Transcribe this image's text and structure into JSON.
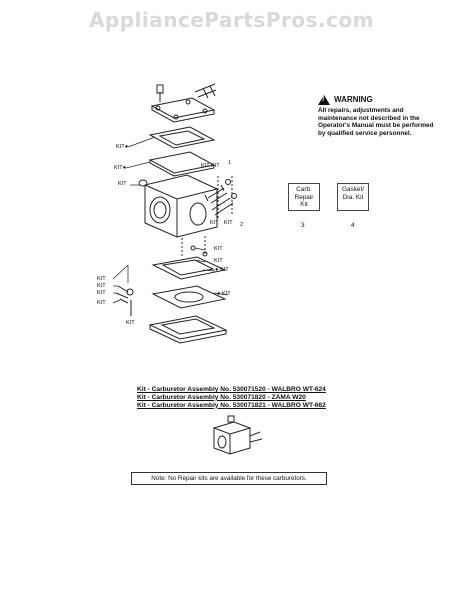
{
  "watermark": "AppliancePartsPros.com",
  "warning": {
    "title": "WARNING",
    "body": "All repairs, adjustments and maintenance not described in the Operator's Manual must be performed by qualified service personnel."
  },
  "boxes": [
    {
      "text": "Carb. Repair Kit",
      "number": "3"
    },
    {
      "text": "Gasket/ Dia. Kit",
      "number": "4"
    }
  ],
  "callouts": {
    "kit": "KIT",
    "kit_dot": "KIT●",
    "dot_kit": "● KIT",
    "ref1": "1",
    "ref2": "2"
  },
  "kit_lines": [
    "Kit - Carburetor Assembly No. 530071520 - WALBRO WT-624",
    "Kit - Carburetor Assembly No. 530071820 - ZAMA W20",
    "Kit - Carburetor Assembly No. 530071821 - WALBRO WT-662"
  ],
  "note": "Note: No Repair kits are available for these carburetors."
}
